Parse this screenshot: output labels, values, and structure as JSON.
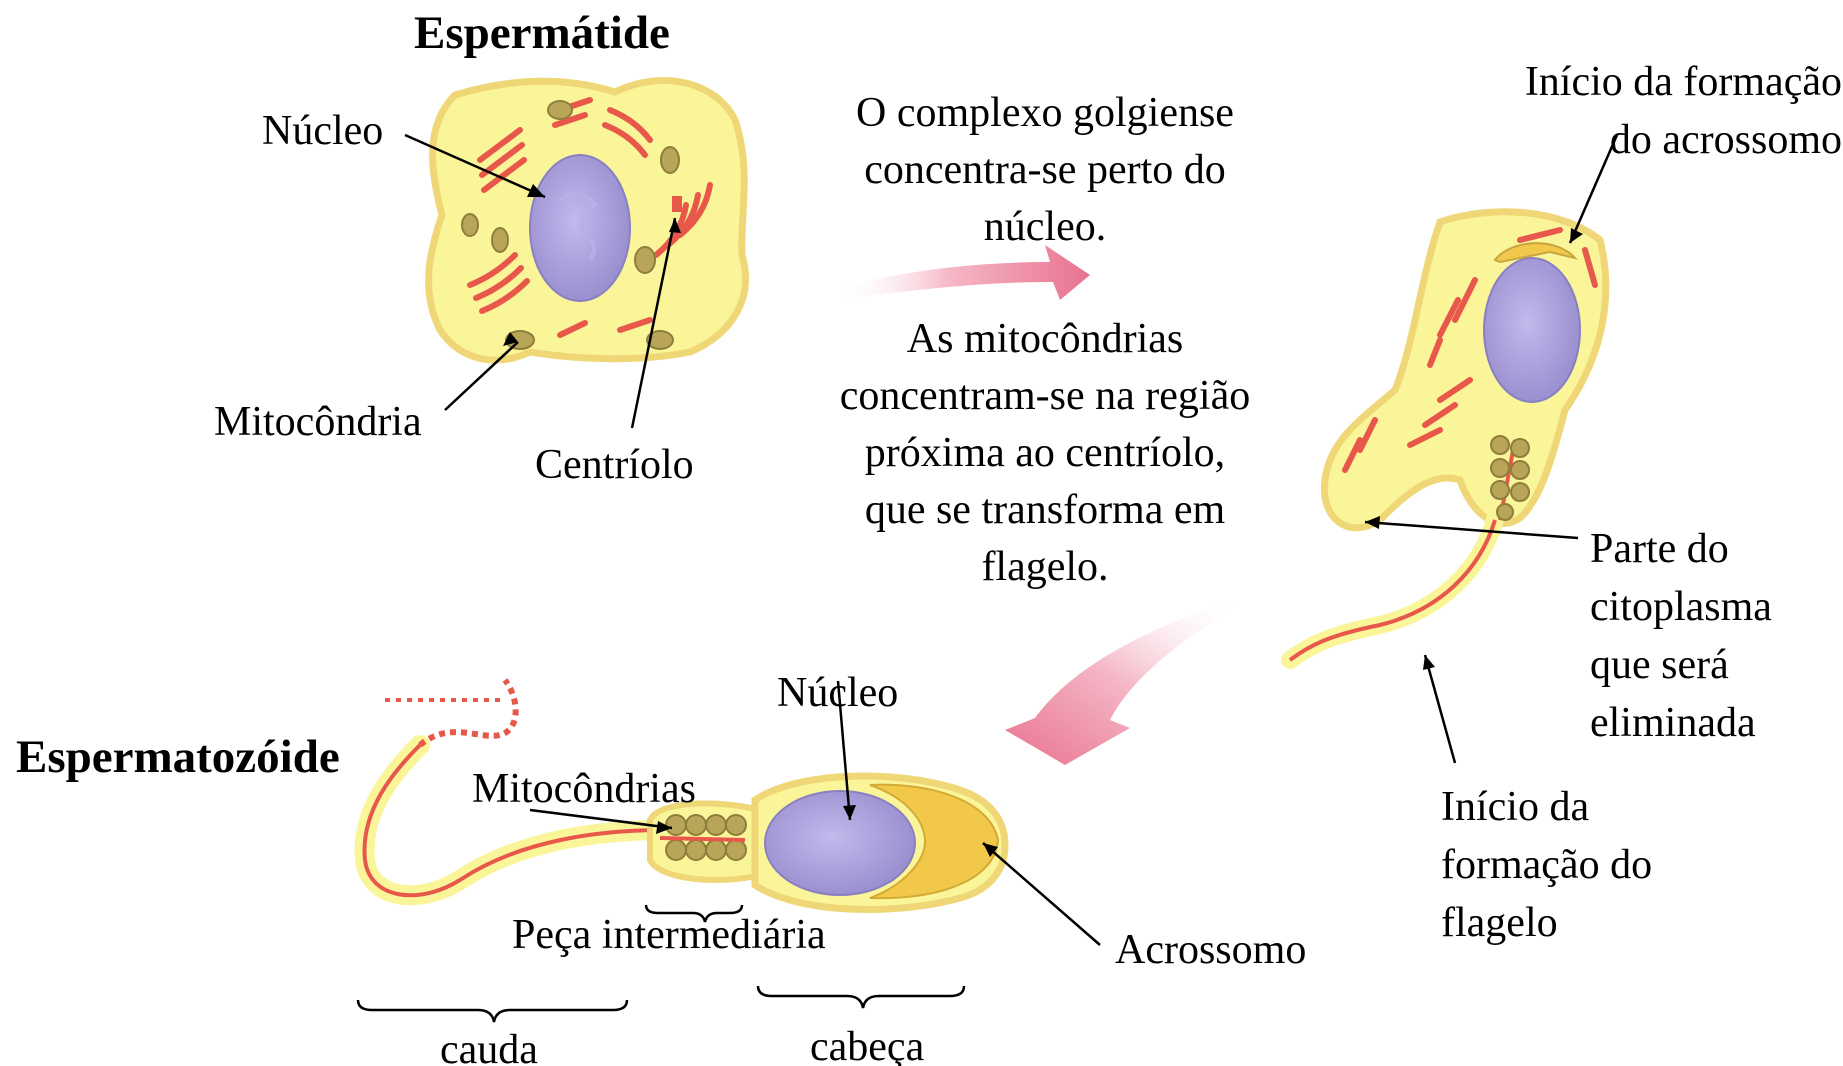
{
  "spermatid": {
    "title": "Espermátide",
    "label_nucleus": "Núcleo",
    "label_mitochondria": "Mitocôndria",
    "label_centriole": "Centríolo"
  },
  "step1": {
    "golgi_lines": [
      "O complexo golgiense",
      "concentra-se perto do",
      "núcleo."
    ],
    "mito_lines": [
      "As mitocôndrias",
      "concentram-se na região",
      "próxima ao centríolo,",
      "que se transforma em",
      "flagelo."
    ]
  },
  "developing": {
    "acrosome_start_lines": [
      "Início da formação",
      "do acrossomo"
    ],
    "cytoplasm_lines": [
      "Parte do",
      "citoplasma",
      "que será",
      "eliminada"
    ],
    "flagellum_start_lines": [
      "Início da",
      "formação do",
      "flagelo"
    ]
  },
  "spermatozoon": {
    "title": "Espermatozóide",
    "label_nucleus": "Núcleo",
    "label_mitochondria": "Mitocôndrias",
    "label_midpiece": "Peça intermediária",
    "label_acrosome": "Acrossomo",
    "label_tail": "cauda",
    "label_head": "cabeça"
  },
  "colors": {
    "cytoplasm": "#fbf59a",
    "membrane": "#efd777",
    "nucleus": "#a99ed8",
    "organelle": "#e8584a",
    "mitochondrion": "#b8a558",
    "acrosome": "#f2c84a",
    "arrow_pink": "#ee8fa6"
  }
}
